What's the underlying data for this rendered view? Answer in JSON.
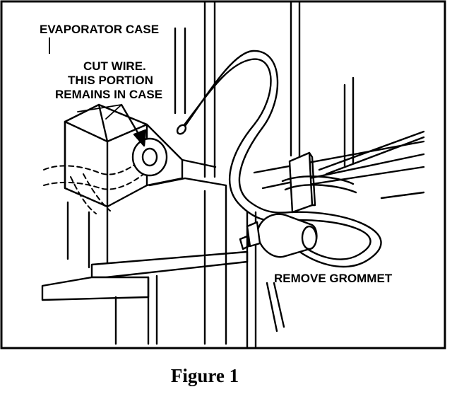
{
  "labels": {
    "evaporator_case": "EVAPORATOR CASE",
    "cut_wire_line1": "CUT WIRE.",
    "cut_wire_line2": "THIS PORTION",
    "cut_wire_line3": "REMAINS IN CASE",
    "remove_grommet": "REMOVE GROMMET"
  },
  "caption": "Figure 1",
  "colors": {
    "ink": "#000000",
    "paper": "#ffffff"
  }
}
